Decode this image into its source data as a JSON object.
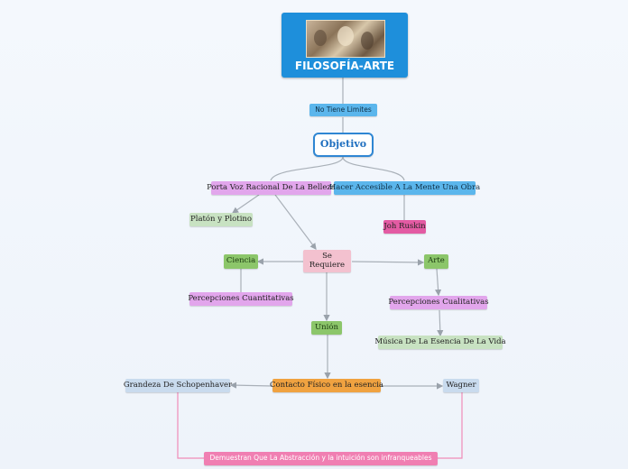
{
  "root": {
    "title": "FILOSOFÍA-ARTE",
    "image_icon": "painting-thumbnail"
  },
  "nodes": {
    "no_tiene_limites": "No Tiene Limites",
    "objetivo": "Objetivo",
    "porta_voz": "Porta Voz Racional De La Belleza",
    "hacer_accesible": "Hacer Accesible A La Mente Una Obra",
    "platon": "Platón y Plotino",
    "joh_ruskin": "Joh Ruskin",
    "se_requiere_1": "Se",
    "se_requiere_2": "Requiere",
    "ciencia": "Ciencia",
    "arte": "Arte",
    "percepciones_cuantitativas": "Percepciones Cuantitativas",
    "percepciones_cualitativas": "Percepciones Cualitativas",
    "musica": "Música De La Esencia De La Vida",
    "union": "Unión",
    "contacto": "Contacto Físico en la esencia",
    "schopenhaver": "Grandeza De Schopenhaver",
    "wagner": "Wagner",
    "demuestran": "Demuestran Que La Abstracción y la intuición son infranqueables"
  },
  "colors": {
    "root": "#1e8fdb",
    "connector": "#a9b0b8",
    "pink_connector": "#f08cb8"
  }
}
